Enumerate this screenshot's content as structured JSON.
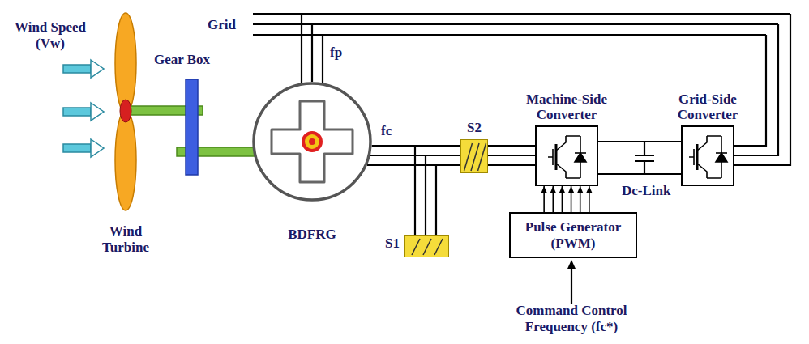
{
  "diagram": {
    "nodes": [
      {
        "text": [
          "BDFRG"
        ]
      },
      {
        "text": [
          "S2"
        ]
      },
      {
        "text": [
          "S1"
        ]
      },
      {
        "text": [
          "Machine-Side Converter"
        ]
      },
      {
        "text": [
          "Grid-Side Converter"
        ]
      },
      {
        "text": [
          "Pulse Generator (PWM)"
        ]
      }
    ],
    "edges": [
      {
        "from": 0,
        "to": 1,
        "arrow": "none"
      },
      {
        "from": 1,
        "to": 3,
        "arrow": "none"
      },
      {
        "from": 0,
        "to": 2,
        "arrow": "none"
      },
      {
        "from": 3,
        "to": 4,
        "arrow": "none"
      },
      {
        "from": 5,
        "to": 3,
        "arrow": "to"
      }
    ],
    "labels": [
      "Wind Speed (Vw)",
      "Grid",
      "Gear Box",
      "fp",
      "fc",
      "Wind Turbine",
      "Dc-Link",
      "Command Control Frequency (fc*)"
    ]
  }
}
